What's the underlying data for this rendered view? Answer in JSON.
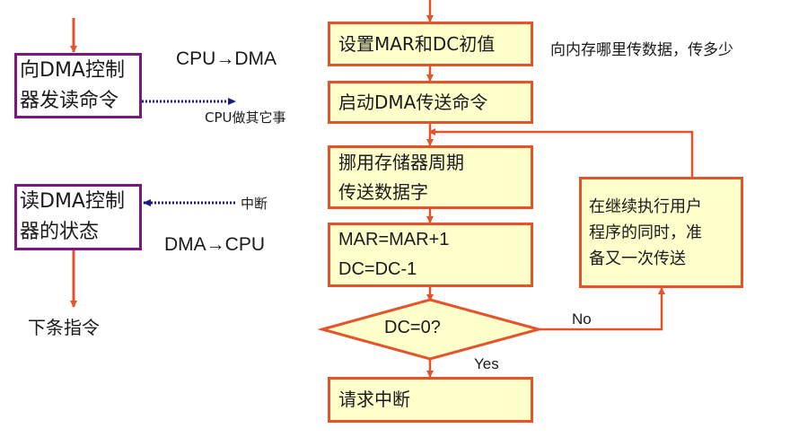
{
  "colors": {
    "flow_border": "#e5532b",
    "flow_fill": "#ffffcc",
    "cpu_box_border": "#7b1880",
    "dotted_arrow": "#1a1a80"
  },
  "left": {
    "box1": {
      "line1": "向DMA控制",
      "line2": "器发读命令"
    },
    "label_cpu_to_dma": "CPU→DMA",
    "label_cpu_other": "CPU做其它事",
    "box2": {
      "line1": "读DMA控制",
      "line2": "器的状态"
    },
    "label_interrupt": "中断",
    "label_dma_to_cpu": "DMA→CPU",
    "label_next_instr": "下条指令"
  },
  "flow": {
    "step1": "设置MAR和DC初值",
    "step1_note": "向内存哪里传数据，传多少",
    "step2": "启动DMA传送命令",
    "step3": {
      "line1": "挪用存储器周期",
      "line2": "传送数据字"
    },
    "step4": {
      "line1": "MAR=MAR+1",
      "line2": "DC=DC-1"
    },
    "decision": "DC=0?",
    "yes_label": "Yes",
    "no_label": "No",
    "step5": "请求中断",
    "side": {
      "line1": "在继续执行用户",
      "line2": "程序的同时，准",
      "line3": "备又一次传送"
    }
  }
}
